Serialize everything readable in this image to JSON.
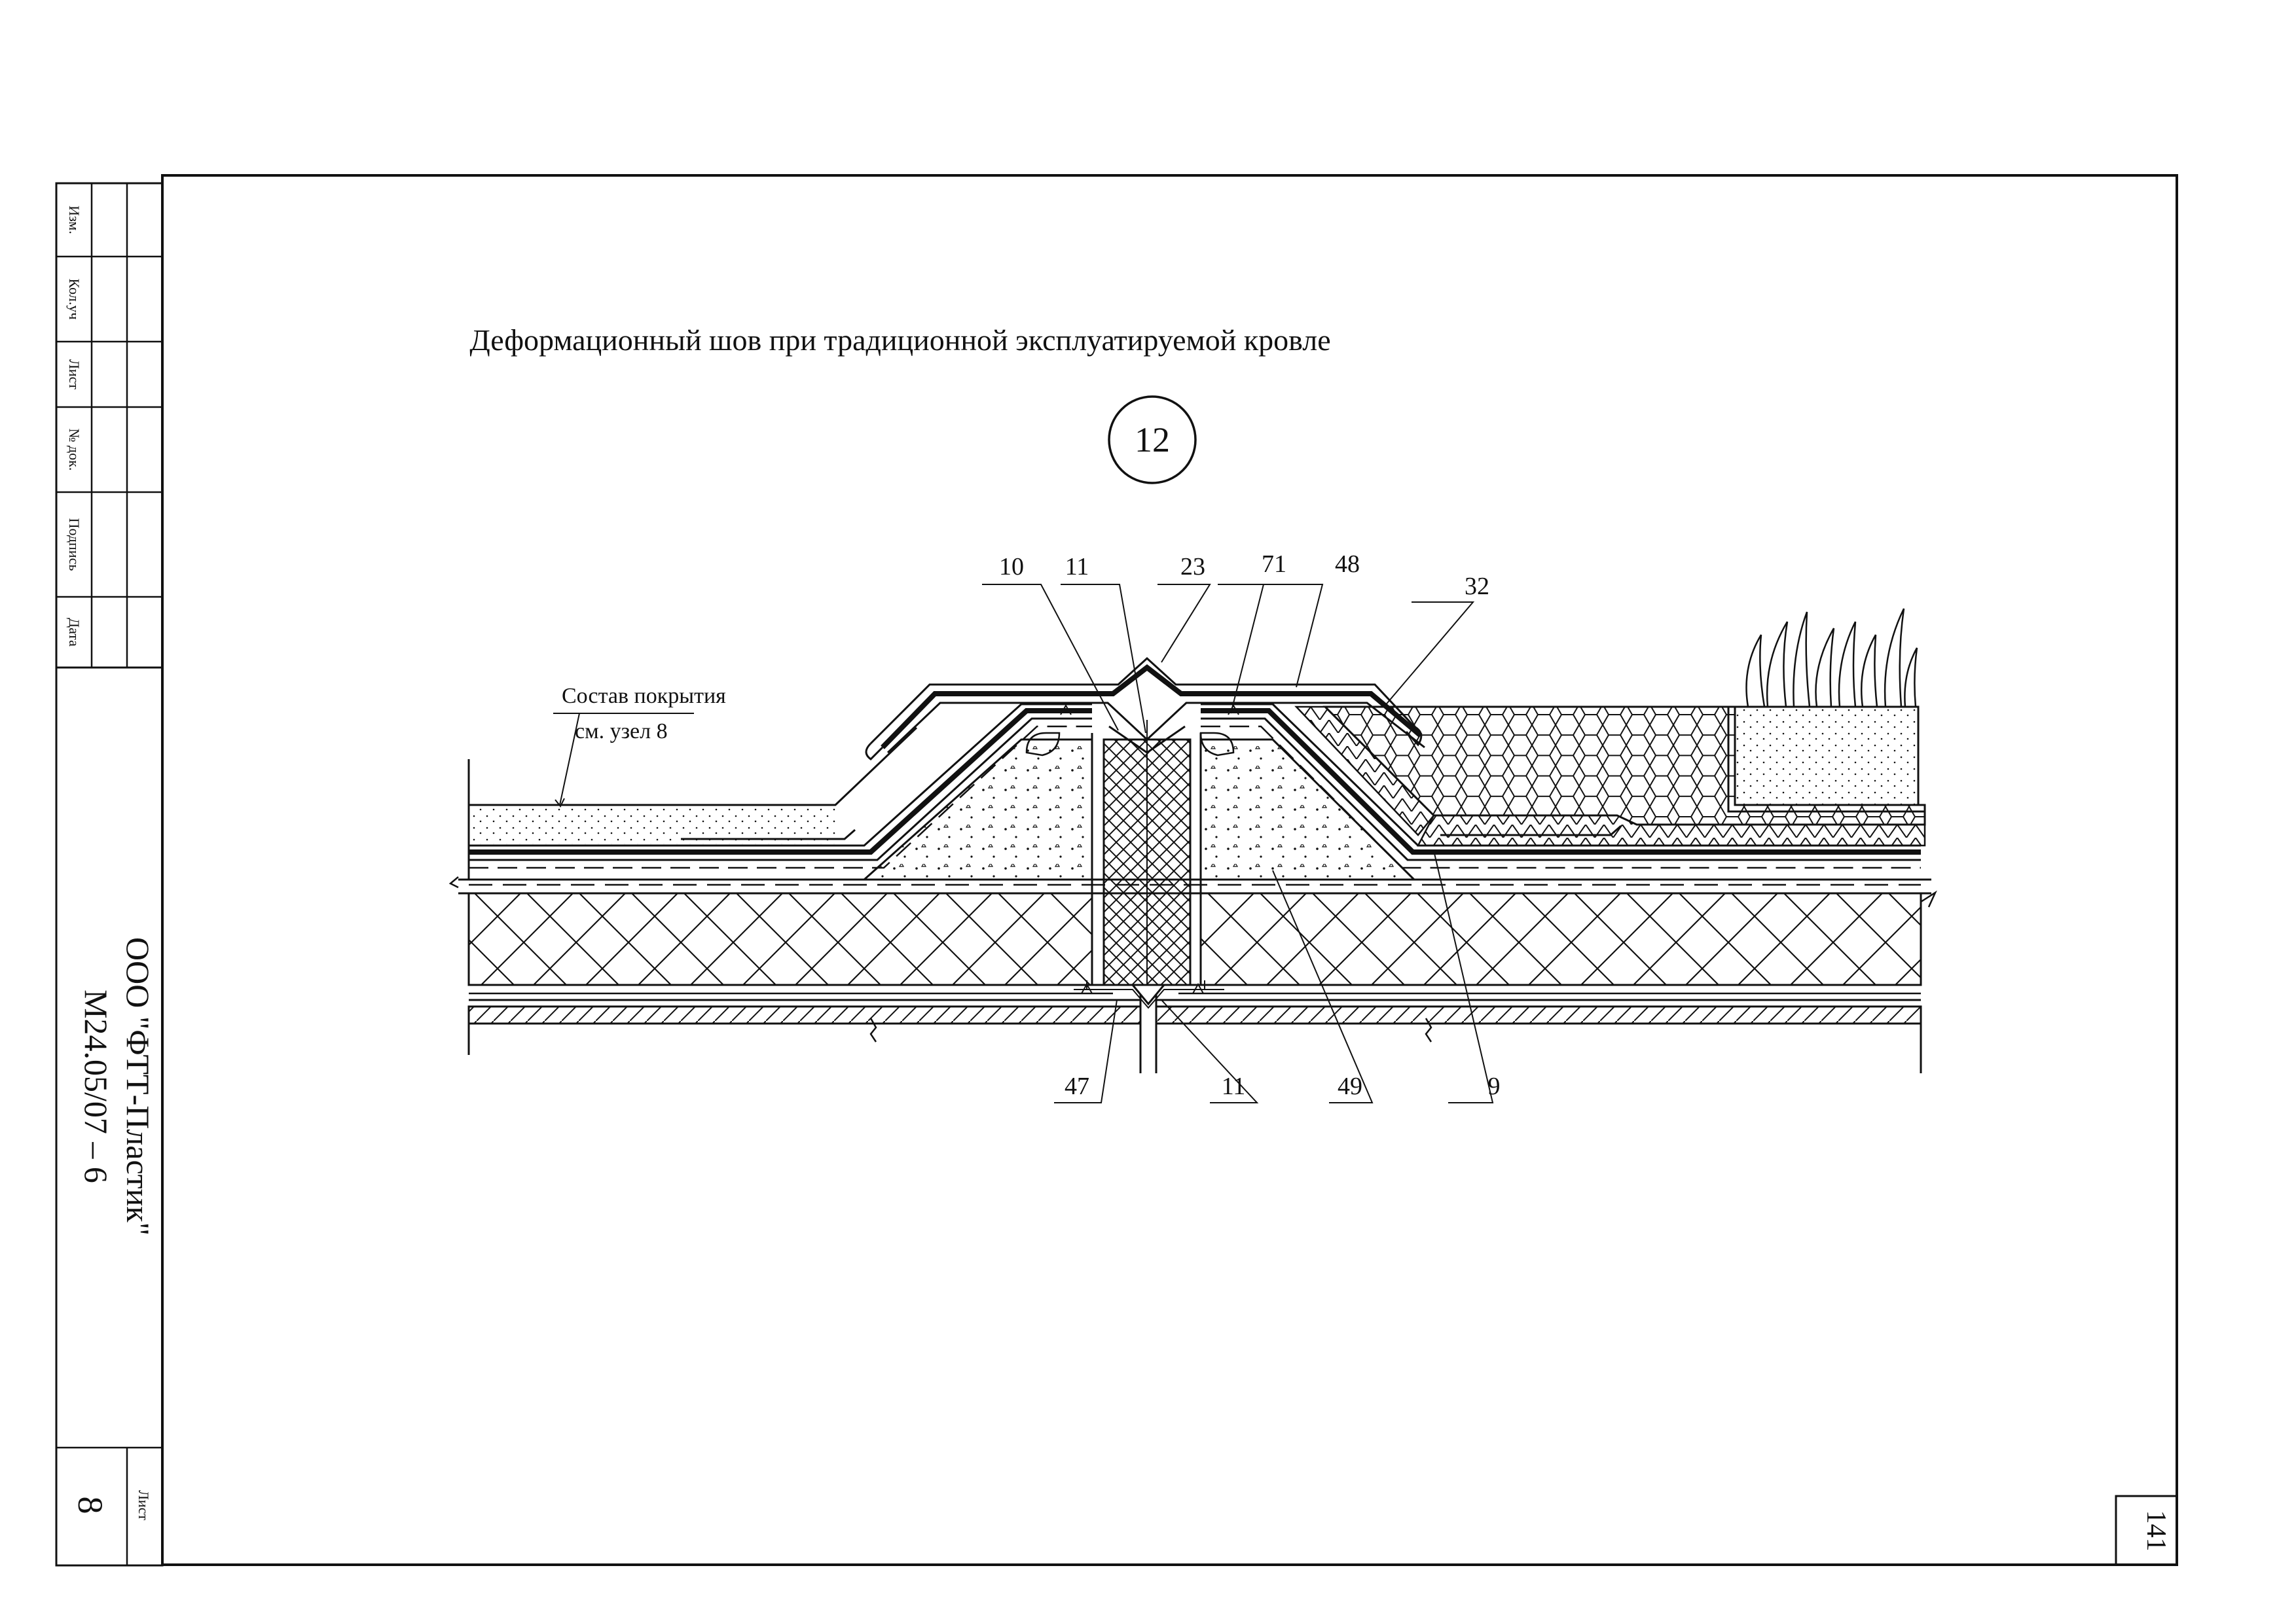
{
  "title": "Деформационный шов при традиционной эксплуатируемой кровле",
  "node_number": "12",
  "note": {
    "line1": "Состав покрытия",
    "line2": "см. узел 8"
  },
  "callouts": {
    "c10": "10",
    "c11a": "11",
    "c23": "23",
    "c71": "71",
    "c48": "48",
    "c32": "32",
    "c47": "47",
    "c11b": "11",
    "c49": "49",
    "c9": "9"
  },
  "stamp": {
    "izm": "Изм.",
    "kol_uch": "Кол.уч",
    "list": "Лист",
    "n_dok": "№ док.",
    "podpis": "Подпись",
    "data": "Дата"
  },
  "company": "ООО \"ФТТ-Пластик\"",
  "doc_code": "М24.05/07 – 6",
  "sheet_label": "Лист",
  "sheet_number": "8",
  "page_number": "141"
}
